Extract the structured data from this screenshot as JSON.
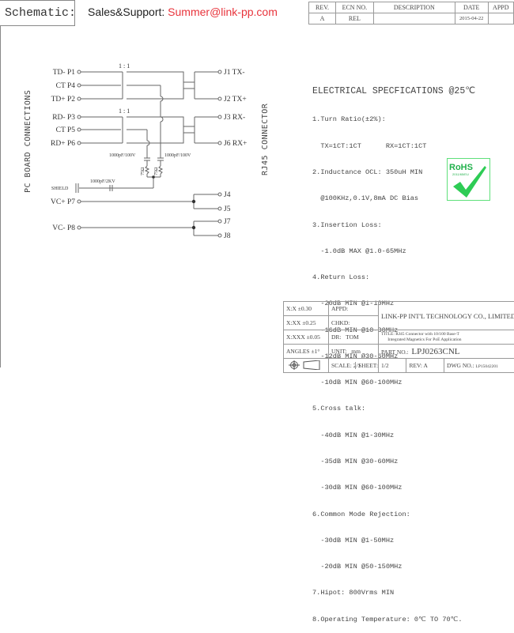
{
  "header": {
    "title": "Schematic:",
    "sales_label": "Sales&Support: ",
    "sales_email": "Summer@link-pp.com"
  },
  "revision_table": {
    "columns": [
      "REV.",
      "ECN NO.",
      "DESCRIPTION",
      "DATE",
      "APPD"
    ],
    "rows": [
      [
        "A",
        "REL",
        "",
        "2015-04-22",
        ""
      ]
    ]
  },
  "side_labels": {
    "left": "PC BOARD CONNECTIONS",
    "right": "RJ45 CONNECTOR"
  },
  "schematic": {
    "ratio_top": "1 : 1",
    "ratio_bottom": "1 : 1",
    "left_pins": [
      "TD- P1",
      "CT P4",
      "TD+ P2",
      "RD- P3",
      "CT P5",
      "RD+ P6",
      "VC+ P7",
      "VC- P8"
    ],
    "right_pins": [
      "J1 TX-",
      "J2 TX+",
      "J3 RX-",
      "J6 RX+",
      "J4",
      "J5",
      "J7",
      "J8"
    ],
    "cap_left": "1000pF/100V",
    "cap_right": "1000pF/100V",
    "res_left": "75Ω",
    "res_right": "75Ω",
    "shield_cap": "1000pF/2KV",
    "shield_label": "SHIELD"
  },
  "specifications": {
    "title": "ELECTRICAL SPECFICATIONS @25℃",
    "lines": [
      "1.Turn Ratio(±2%):",
      "  TX=1CT:1CT      RX=1CT:1CT",
      "2.Inductance OCL: 350uH MIN",
      "  @100KHz,0.1V,8mA DC Bias",
      "3.Insertion Loss:",
      "  -1.0dB MAX @1.0-65MHz",
      "4.Return Loss:",
      "  -20dB MIN @1-10MHz",
      "  -16dB MIN @10-30MHz",
      "  -12dB MIN @30-60MHz",
      "  -10dB MIN @60-100MHz",
      "5.Cross talk:",
      "  -40dB MIN @1-30MHz",
      "  -35dB MIN @30-60MHz",
      "  -30dB MIN @60-100MHz",
      "6.Common Mode Rejection:",
      "  -30dB MIN @1-50MHz",
      "  -20dB MIN @50-150MHz",
      "7.Hipot: 800Vrms MIN",
      "8.Operating Temperature: 0℃ TO 70℃."
    ]
  },
  "rohs": {
    "label": "RoHS",
    "sub": "2011/65/EU",
    "color": "#22b14c"
  },
  "title_block": {
    "tol_1": "X:X      ±0.30",
    "tol_2": "X:XX     ±0.25",
    "tol_3": "X:XXX   ±0.05",
    "angles": "ANGLES  ±1°",
    "appd": "APPD:",
    "chkd": "CHKD:",
    "dr_label": "DR:",
    "dr_value": "TOM",
    "unit_label": "UNIT:",
    "unit_value": "mm",
    "company": "LINK-PP INT'L TECHNOLOGY CO., LIMITED",
    "title_label": "TITLE:",
    "title_line1": "RJ45 Connector with 10/100 Base-T",
    "title_line2": "Integrated Magnetics For PoE Application",
    "part_label": "PART NO.:",
    "part_value": "LPJ0263CNL",
    "scale_label": "SCALE:",
    "scale_value": "2/1",
    "sheet_label": "SHEET:",
    "sheet_value": "1/2",
    "rev_label": "REV:",
    "rev_value": "A",
    "dwg_label": "DWG NO.:",
    "dwg_value": "LP15042201"
  }
}
